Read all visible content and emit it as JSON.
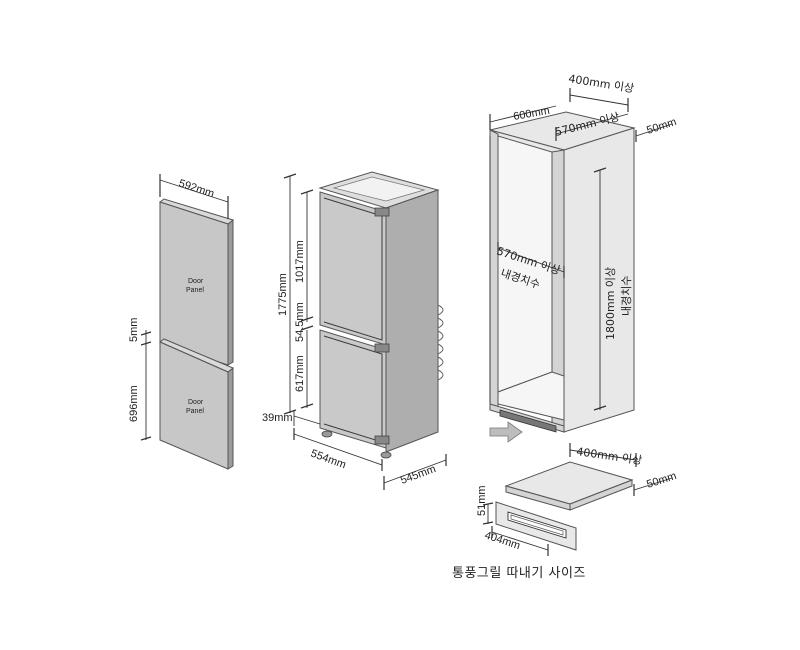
{
  "door_panels": {
    "width": "592mm",
    "gap": "5mm",
    "height": "696mm",
    "upper_label_1": "Door",
    "upper_label_2": "Panel",
    "lower_label_1": "Door",
    "lower_label_2": "Panel"
  },
  "fridge": {
    "total_height": "1775mm",
    "upper_height": "1017mm",
    "middle_gap": "54.5mm",
    "lower_height": "617mm",
    "base_height": "39mm",
    "depth": "554mm",
    "width": "545mm"
  },
  "cabinet": {
    "top_depth_min": "400mm 이상",
    "width": "600mm",
    "top_inner_min": "570mm 이상",
    "back_gap": "50mm",
    "inner_width_min": "570mm 이상",
    "inner_width_label": "내경치수",
    "inner_height_min": "1800mm 이상",
    "inner_height_label": "내경치수",
    "bottom_depth_min": "400mm 이상",
    "bottom_gap": "50mm"
  },
  "vent": {
    "height": "51mm",
    "width": "404mm",
    "caption": "통풍그릴 따내기 사이즈"
  }
}
